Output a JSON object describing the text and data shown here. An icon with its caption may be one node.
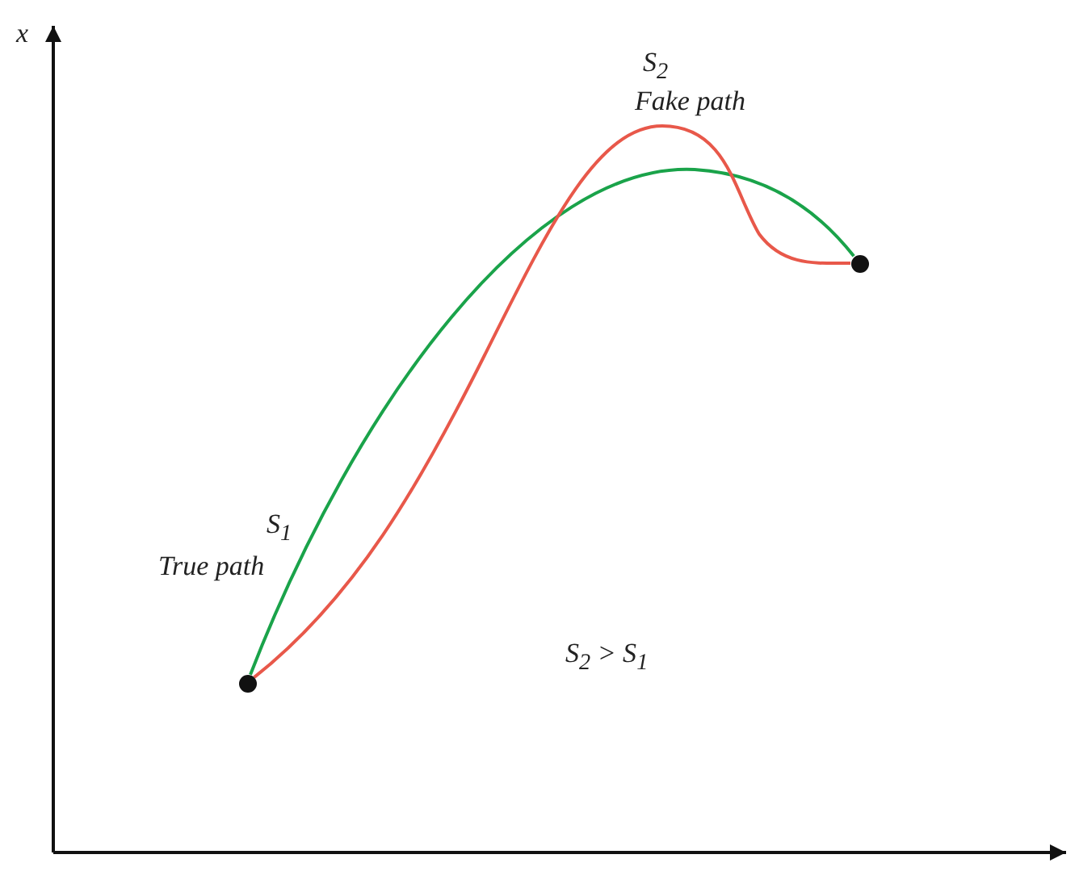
{
  "diagram": {
    "nodes": [
      {
        "text": [],
        "shape": "circle"
      },
      {
        "text": [],
        "shape": "circle"
      }
    ],
    "edges": [
      {
        "from": 0,
        "to": 1,
        "arrow": "none",
        "color": "#1aa34a"
      },
      {
        "from": 0,
        "to": 1,
        "arrow": "none",
        "color": "#e8584a"
      }
    ],
    "labels": [
      "x",
      "S$_{2}$",
      "Fake path",
      "S$_{1}$",
      "True path",
      "S$_{2}$ > S$_{1}$"
    ]
  }
}
